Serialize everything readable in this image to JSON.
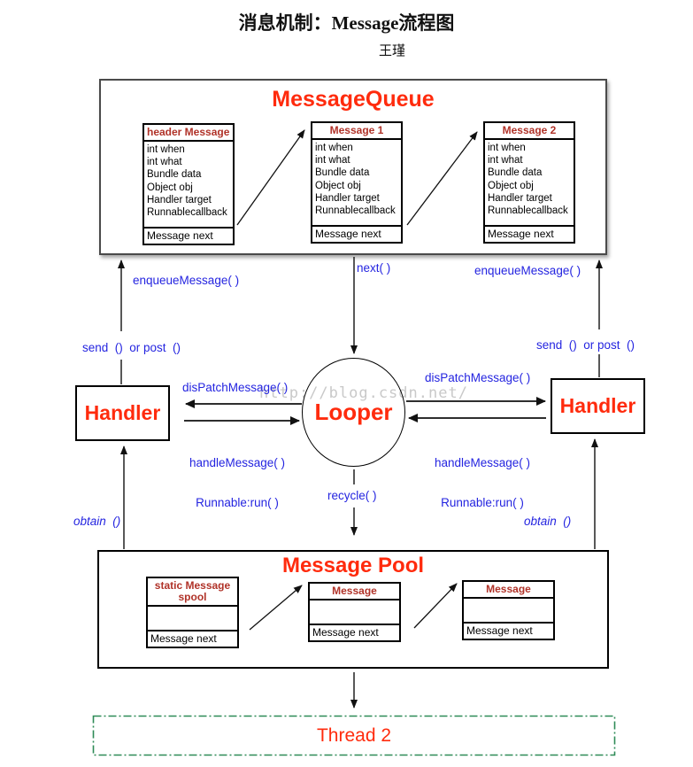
{
  "title": "消息机制：Message流程图",
  "author": "王瑾",
  "watermark": "http://blog.csdn.net/",
  "colors": {
    "accent_red": "#ff2b0d",
    "struct_header_red": "#b03228",
    "label_blue": "#2424e0",
    "thread_border_green": "#2e8b57"
  },
  "message_queue": {
    "title": "MessageQueue",
    "boxes": [
      {
        "header": "header Message",
        "fields": [
          "int when",
          "int what",
          "Bundle data",
          "Object obj",
          "Handler target",
          "Runnablecallback"
        ],
        "footer": "Message next"
      },
      {
        "header": "Message 1",
        "fields": [
          "int when",
          "int what",
          "Bundle data",
          "Object obj",
          "Handler target",
          "Runnablecallback"
        ],
        "footer": "Message next"
      },
      {
        "header": "Message 2",
        "fields": [
          "int when",
          "int what",
          "Bundle data",
          "Object obj",
          "Handler target",
          "Runnablecallback"
        ],
        "footer": "Message next"
      }
    ]
  },
  "handler_left": "Handler",
  "handler_right": "Handler",
  "looper": "Looper",
  "labels": {
    "enqueue_left": "enqueueMessage( )",
    "next": "next( )",
    "enqueue_right": "enqueueMessage( )",
    "send_post_left": "send  ()  or post  ()",
    "send_post_right": "send  ()  or post  ()",
    "dispatch_left": "disPatchMessage( )",
    "dispatch_right": "disPatchMessage( )",
    "handle_left_1": "handleMessage( )",
    "handle_left_2": "Runnable:run( )",
    "handle_right_1": "handleMessage( )",
    "handle_right_2": "Runnable:run( )",
    "recycle": "recycle( )",
    "obtain_left": "obtain  ()",
    "obtain_right": "obtain  ()"
  },
  "message_pool": {
    "title": "Message Pool",
    "boxes": [
      {
        "header": "static Message spool",
        "footer": "Message next"
      },
      {
        "header": "Message",
        "footer": "Message next"
      },
      {
        "header": "Message",
        "footer": "Message next"
      }
    ]
  },
  "thread2": "Thread 2"
}
